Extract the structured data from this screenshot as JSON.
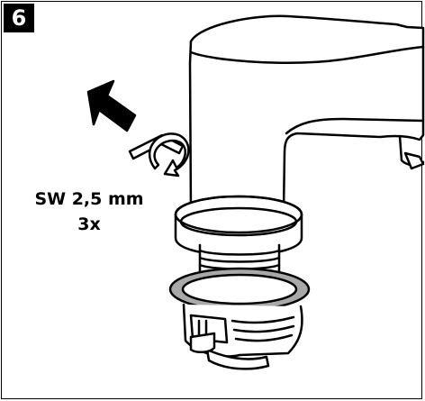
{
  "step": {
    "number": "6"
  },
  "instruction": {
    "tool_size": "SW 2,5 mm",
    "quantity": "3x"
  },
  "icons": [
    "direction-arrow-icon",
    "rotate-arrow-icon",
    "hex-key-icon"
  ],
  "colors": {
    "line": "#000000",
    "gasket": "#a9a9a9",
    "background": "#ffffff"
  }
}
